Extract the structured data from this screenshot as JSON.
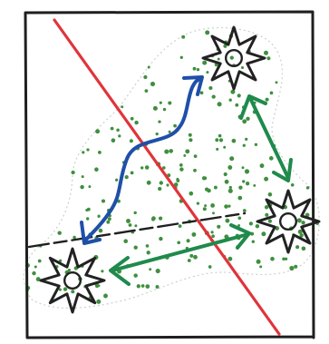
{
  "diagram": {
    "style": "hand-drawn sketch",
    "colors": {
      "frame": "#1f1f1f",
      "red_line": "#e0343a",
      "blue_arrow": "#1f4fa8",
      "green_arrow": "#1f8a4c",
      "dots": "#3f8f3f",
      "region_outline": "#c9d2c9",
      "flower": "#222222"
    },
    "elements": [
      "frame",
      "red-diagonal-line",
      "dashed-line",
      "shaded-region",
      "flower-top",
      "flower-right",
      "flower-bottom-left",
      "blue-wavy-double-arrow",
      "green-double-arrow-top-right",
      "green-double-arrow-bottom"
    ],
    "flower_petals": 8
  }
}
